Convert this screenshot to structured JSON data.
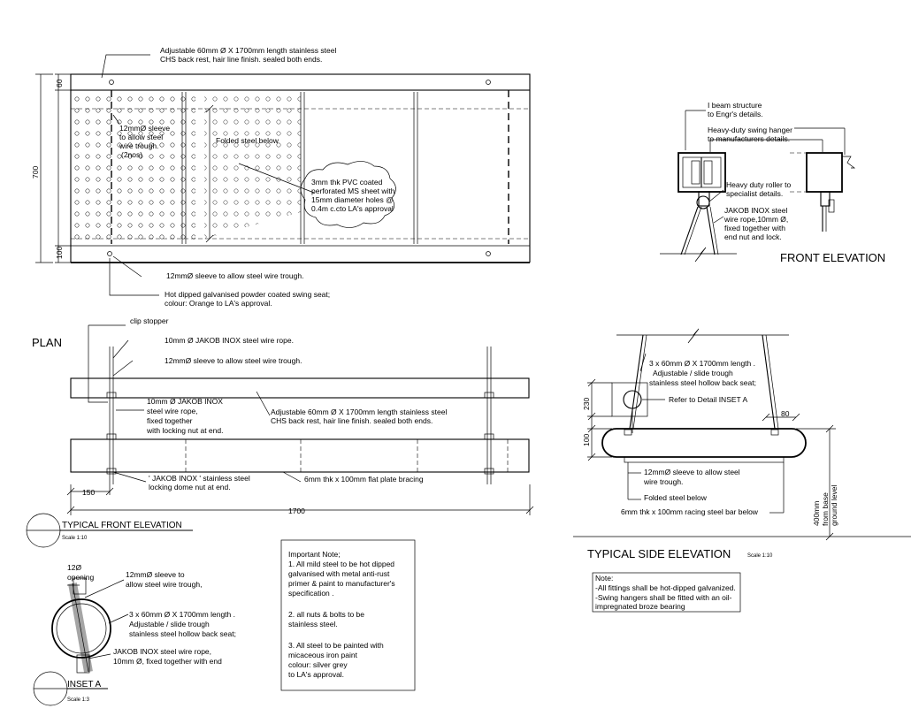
{
  "front": {
    "backrest_note_1": "Adjustable 60mm Ø X 1700mm length stainless steel",
    "backrest_note_2": "CHS back rest, hair line finish. sealed both ends.",
    "sleeve_note": [
      "12mmØ sleeve",
      "to allow steel",
      "wire trough.",
      "(2nos)"
    ],
    "folded_note": "Folded steel below",
    "pvc_note": [
      "3mm thk PVC coated",
      "perforated  MS sheet  with",
      "15mm diameter holes @",
      "0.4m c.cto LA's approval"
    ],
    "bottom_sleeve_note": "12mmØ sleeve to allow steel wire trough.",
    "seat_note_1": "Hot dipped galvanised powder coated swing seat;",
    "seat_note_2": "colour: Orange to LA's approval.",
    "dim_60": "60",
    "dim_700": "700",
    "dim_100": "100"
  },
  "plan": {
    "title": "PLAN",
    "clip": "clip stopper",
    "rope": "10mm Ø JAKOB INOX steel wire rope.",
    "sleeve": "12mmØ sleeve to allow steel wire trough.",
    "rope2": [
      "10mm Ø JAKOB INOX",
      "steel wire rope,",
      "fixed together",
      "with locking nut at end."
    ],
    "backrest": [
      "Adjustable 60mm Ø X 1700mm length stainless steel",
      "CHS back rest, hair line finish. sealed both ends."
    ],
    "dome": [
      "' JAKOB INOX ' stainless steel",
      "locking dome nut at end."
    ],
    "bracing": "6mm thk x 100mm flat plate bracing",
    "dim_150": "150",
    "dim_1700": "1700"
  },
  "front_title": "TYPICAL FRONT ELEVATION",
  "front_scale": "Scale 1:10",
  "inset": {
    "opening_1": "12Ø",
    "opening_2": "opening",
    "sleeve": [
      "12mmØ sleeve to",
      "allow steel wire trough,"
    ],
    "backseat": [
      "3 x 60mm Ø X 1700mm length .",
      "Adjustable / slide trough",
      "stainless steel hollow back seat;"
    ],
    "rope": [
      "JAKOB INOX steel wire rope,",
      "10mm Ø, fixed together with end"
    ],
    "title": "INSET A",
    "scale": "Scale 1:3"
  },
  "note": {
    "title": "Important Note;",
    "lines": [
      "1. All mild steel to be hot dipped",
      "galvanised with metal anti-rust",
      "primer & paint to manufacturer's",
      "specification .",
      "",
      "2. all nuts & bolts to be",
      "stainless steel.",
      "",
      "3. All steel to be painted with",
      "micaceous iron paint",
      "colour: silver grey",
      "to LA's approval."
    ]
  },
  "hanger": {
    "ibeam": [
      "I beam structure",
      "to Engr's details."
    ],
    "swing": [
      "Heavy-duty swing hanger",
      "to manufacturers details."
    ],
    "roller": [
      "Heavy duty roller to",
      "specialist details."
    ],
    "rope": [
      "JAKOB INOX steel",
      "wire rope,10mm Ø,",
      "fixed together with",
      "end nut and lock."
    ],
    "title": "FRONT ELEVATION"
  },
  "side": {
    "backseat": [
      "3 x 60mm Ø X 1700mm length .",
      "Adjustable / slide trough",
      "stainless steel hollow back seat;"
    ],
    "refer": "Refer to Detail INSET A",
    "dim_230": "230",
    "dim_80": "80",
    "dim_100": "100",
    "sleeve": [
      "12mmØ sleeve to allow steel",
      "wire trough."
    ],
    "folded": "Folded steel below",
    "racing": "6mm thk x 100mm racing steel bar below",
    "height": [
      "400mm",
      "from base",
      "ground level"
    ],
    "title": "TYPICAL SIDE ELEVATION",
    "scale": "Scale 1:10"
  },
  "note2": {
    "title": "Note:",
    "lines": [
      "-All fittings shall be hot-dipped galvanized.",
      "-Swing hangers shall be fitted with an oil-",
      "impregnated broze bearing"
    ]
  }
}
